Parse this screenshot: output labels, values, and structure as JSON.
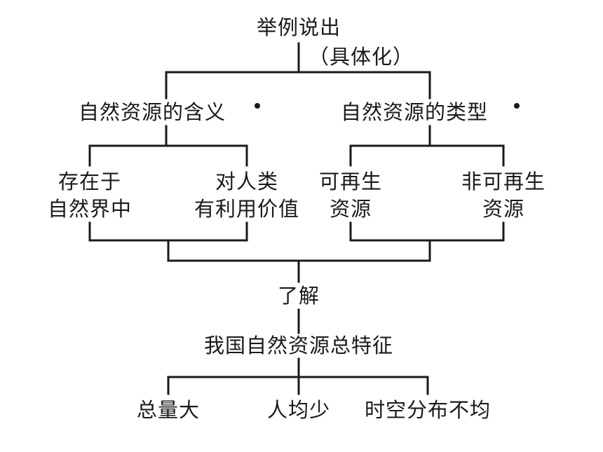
{
  "root": {
    "line1": "举例说出",
    "line2": "（具体化）"
  },
  "left_branch": {
    "title": "自然资源的含义",
    "child_left": [
      "存在于",
      "自然界中"
    ],
    "child_right": [
      "对人类",
      "有利用价值"
    ]
  },
  "right_branch": {
    "title": "自然资源的类型",
    "child_left": [
      "可再生",
      "资源"
    ],
    "child_right": [
      "非可再生",
      "资源"
    ]
  },
  "connector_label": "了解",
  "bottom": {
    "title": "我国自然资源总特征",
    "items": [
      "总量大",
      "人均少",
      "时空分布不均"
    ]
  }
}
